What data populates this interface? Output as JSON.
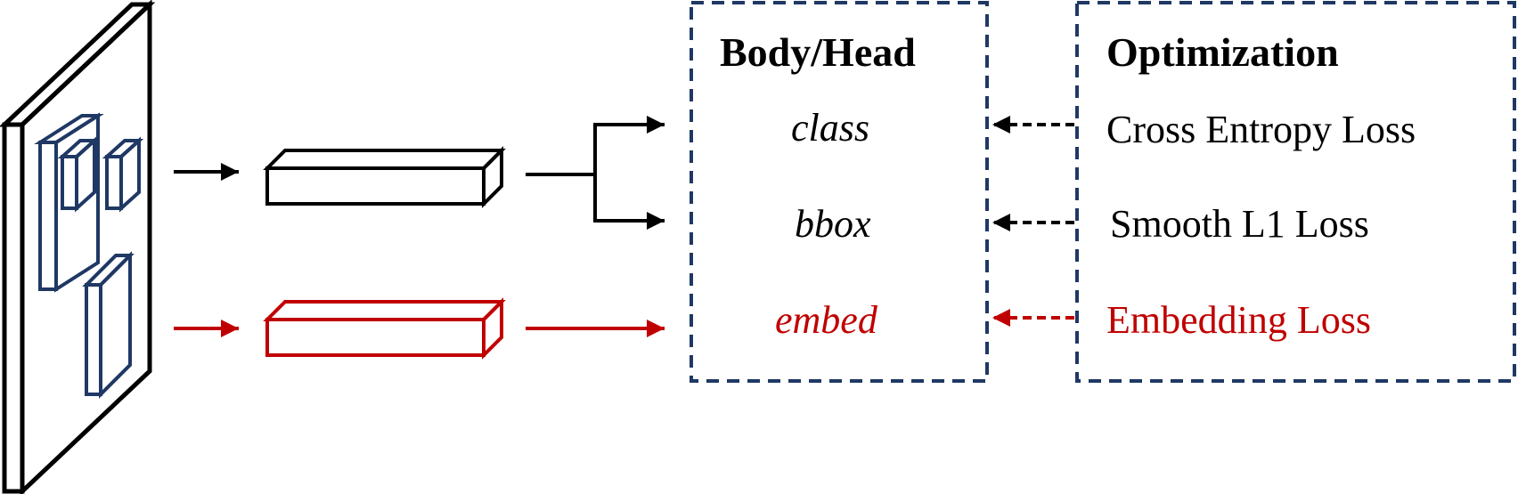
{
  "body_head": {
    "title": "Body/Head",
    "outputs": [
      {
        "label": "class",
        "color": "#000000"
      },
      {
        "label": "bbox",
        "color": "#000000"
      },
      {
        "label": "embed",
        "color": "#c00000"
      }
    ]
  },
  "optimization": {
    "title": "Optimization",
    "losses": [
      {
        "label": "Cross Entropy Loss",
        "color": "#000000"
      },
      {
        "label": "Smooth L1 Loss",
        "color": "#000000"
      },
      {
        "label": "Embedding Loss",
        "color": "#c00000"
      }
    ]
  },
  "colors": {
    "black": "#000000",
    "red": "#c00000",
    "navy": "#1f3864",
    "box_border": "#1f3864"
  }
}
